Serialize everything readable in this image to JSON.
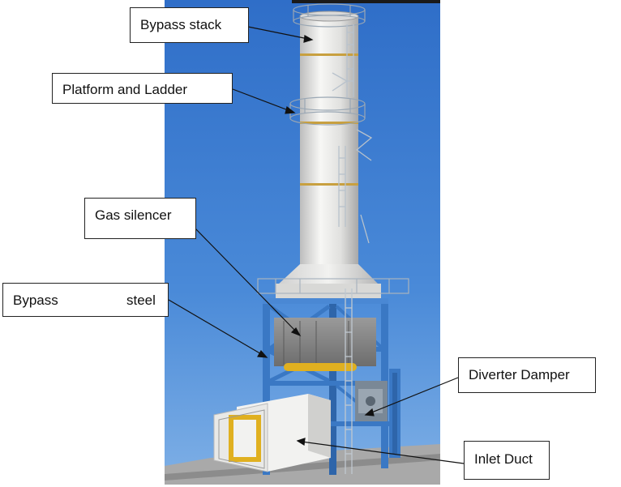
{
  "callouts": {
    "bypass_stack": "Bypass stack",
    "platform_ladder": "Platform and Ladder",
    "gas_silencer": "Gas silencer",
    "bypass_steel_left": "Bypass",
    "bypass_steel_right": "steel",
    "diverter_damper": "Diverter Damper",
    "inlet_duct": "Inlet Duct"
  },
  "colors": {
    "sky": "#3f7fd0",
    "steel_blue": "#3a78c4",
    "stack_white": "#e8e8e6",
    "band_gold": "#c8a040",
    "duct_yellow": "#e0b020",
    "ground": "#b0b0b0"
  }
}
